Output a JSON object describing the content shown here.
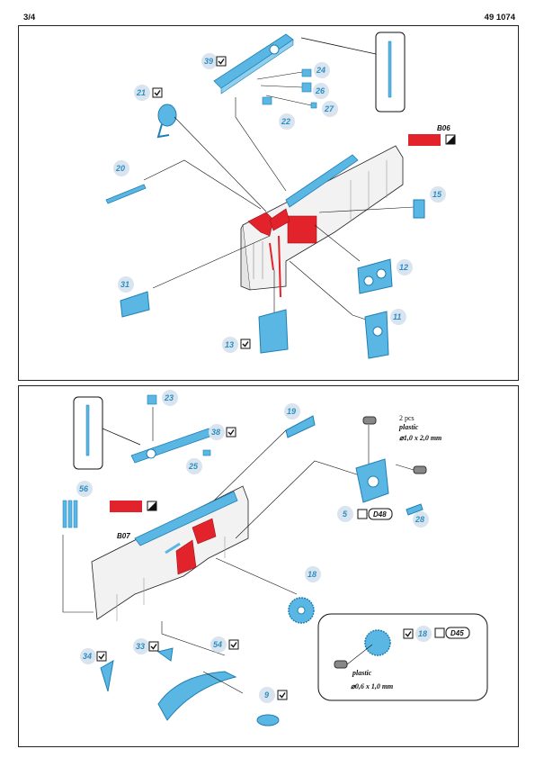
{
  "header": {
    "page": "3/4",
    "code": "49 1074"
  },
  "colors": {
    "pe": "#5ab7e3",
    "pe_dark": "#1f7fb5",
    "painted_red": "#e3232b",
    "part_grey": "#e8e8e8",
    "label_circle": "#d9e4ee",
    "label_text": "#2a8fc7"
  },
  "icons": [
    "bend-check-icon",
    "cement-half-icon",
    "callout-circle"
  ],
  "top_panel": {
    "labels": {
      "p39": "39",
      "p24": "24",
      "p26": "26",
      "p27": "27",
      "p22": "22",
      "p21": "21",
      "p20": "20",
      "p15": "15",
      "p12": "12",
      "p11": "11",
      "p13": "13",
      "p31": "31"
    },
    "paint_code": "B06"
  },
  "bottom_panel": {
    "labels": {
      "p23": "23",
      "p38": "38",
      "p25": "25",
      "p19": "19",
      "p56": "56",
      "p5": "5",
      "p28": "28",
      "p18": "18",
      "p18b": "18",
      "p34": "34",
      "p33": "33",
      "p54": "54",
      "p9": "9"
    },
    "paint_code": "B07",
    "plastic_note": {
      "count": "2 pcs",
      "material": "plastic",
      "dims": "⌀1,0 x 2,0 mm"
    },
    "detail_note": {
      "material": "plastic",
      "dims": "⌀0,6 x 1,0 mm"
    },
    "codes": {
      "d48": "D48",
      "d45": "D45"
    }
  }
}
